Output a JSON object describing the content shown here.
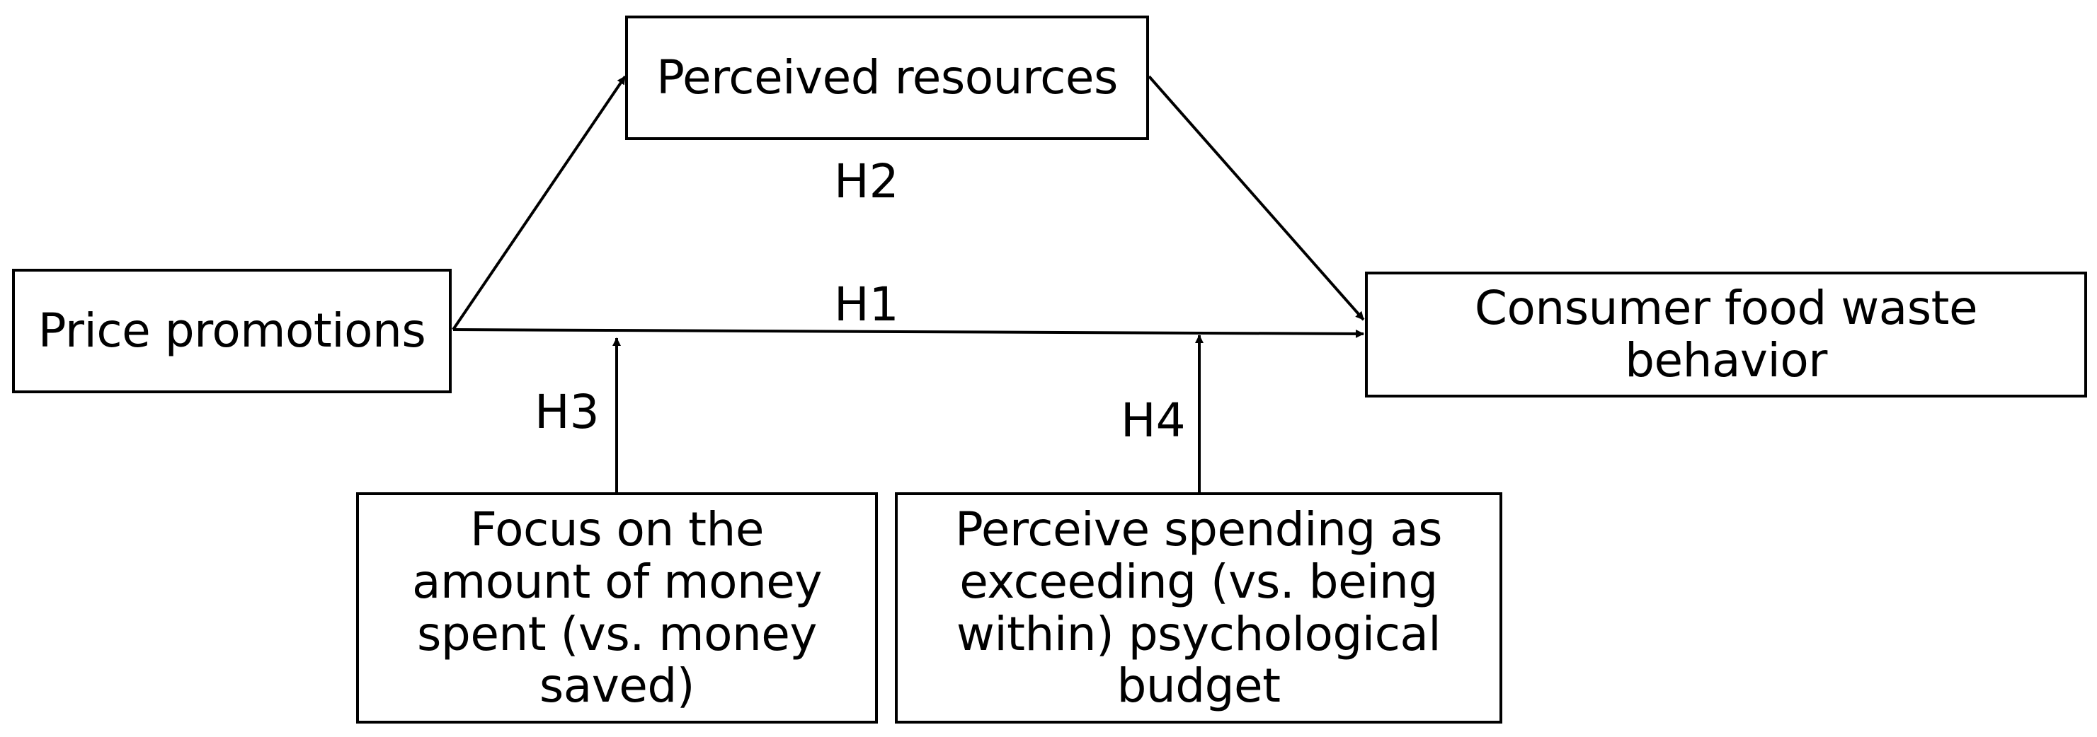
{
  "nodes": {
    "price_promotions": "Price promotions",
    "perceived_resources": "Perceived resources",
    "consumer_food_waste": "Consumer food waste behavior",
    "focus_amount": "Focus on the amount of money spent (vs. money saved)",
    "perceive_spending": "Perceive spending as exceeding (vs. being within) psychological budget"
  },
  "hypotheses": {
    "h1": "H1",
    "h2": "H2",
    "h3": "H3",
    "h4": "H4"
  },
  "colors": {
    "line": "#000000",
    "box_border": "#000000",
    "background": "#ffffff"
  }
}
